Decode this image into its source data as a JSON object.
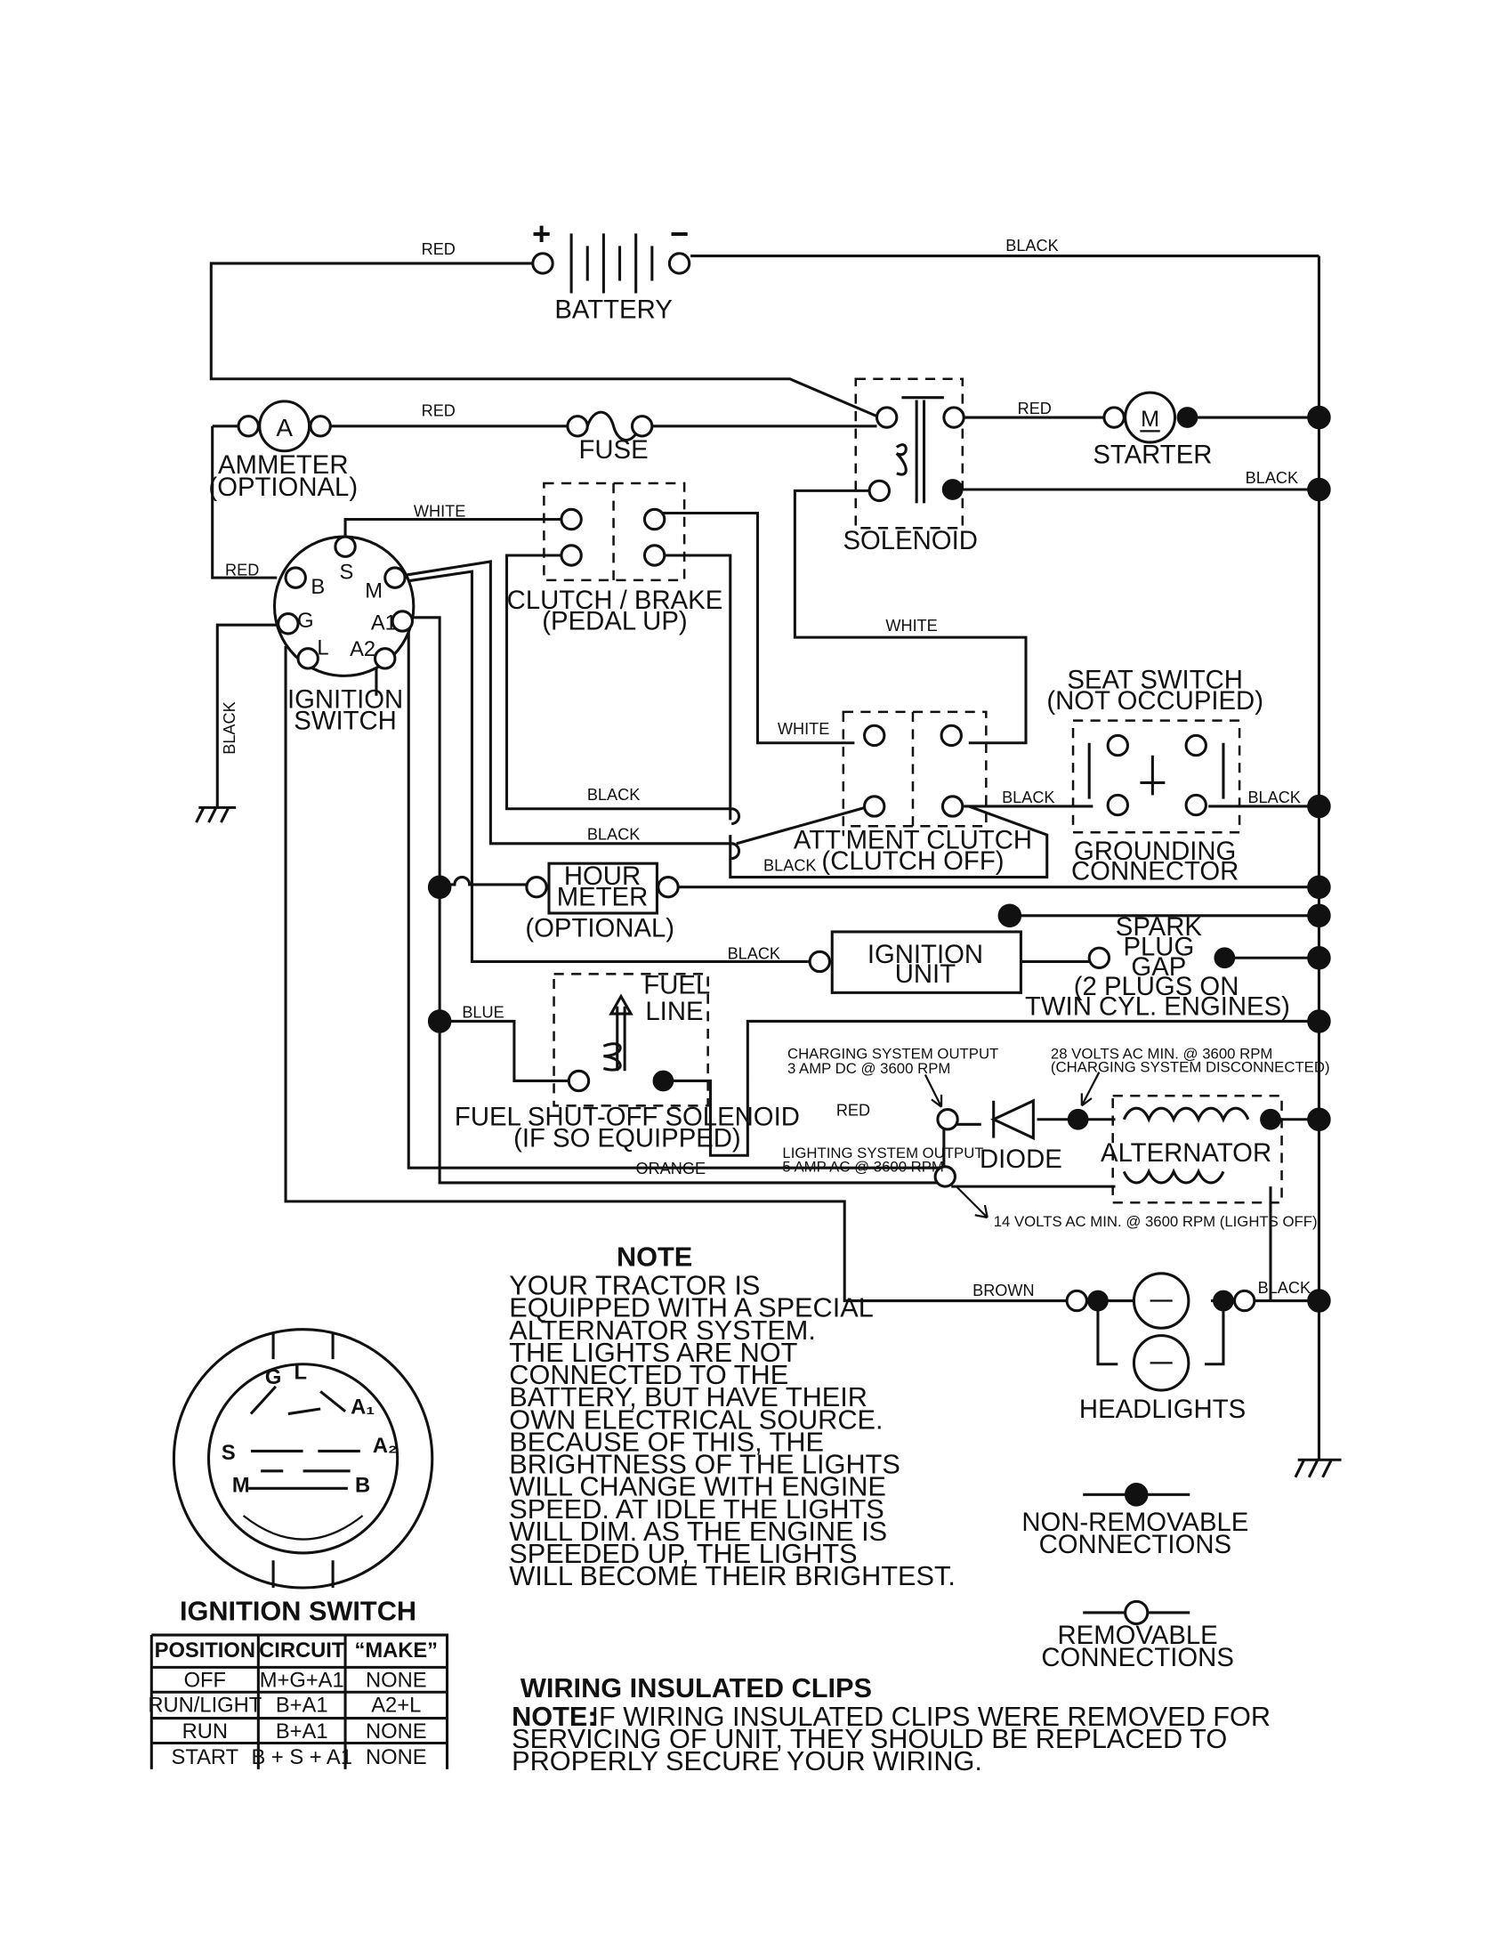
{
  "components": {
    "battery": "BATTERY",
    "ammeter": [
      "AMMETER",
      "(OPTIONAL)"
    ],
    "ammeter_letter": "A",
    "fuse": "FUSE",
    "solenoid": "SOLENOID",
    "starter": "STARTER",
    "starter_letter": "M",
    "ignition_switch": [
      "IGNITION",
      "SWITCH"
    ],
    "clutch_brake": [
      "CLUTCH / BRAKE",
      "(PEDAL UP)"
    ],
    "seat_switch": [
      "SEAT SWITCH",
      "(NOT OCCUPIED)"
    ],
    "attachment_clutch": [
      "ATT'MENT CLUTCH",
      "(CLUTCH OFF)"
    ],
    "grounding_connector": [
      "GROUNDING",
      "CONNECTOR"
    ],
    "hour_meter": [
      "HOUR",
      "METER"
    ],
    "hour_meter_optional": "(OPTIONAL)",
    "ignition_unit": [
      "IGNITION",
      "UNIT"
    ],
    "spark_plug": [
      "SPARK",
      "PLUG",
      "GAP",
      "(2 PLUGS ON",
      "TWIN CYL. ENGINES)"
    ],
    "fuel_line": [
      "FUEL",
      "LINE"
    ],
    "fuel_solenoid": [
      "FUEL SHUT-OFF SOLENOID",
      "(IF SO EQUIPPED)"
    ],
    "diode": "DIODE",
    "alternator": "ALTERNATOR",
    "headlights": "HEADLIGHTS"
  },
  "terminals": [
    "B",
    "S",
    "M",
    "G",
    "A1",
    "L",
    "A2"
  ],
  "polarity": {
    "plus": "+",
    "minus": "−"
  },
  "wires": {
    "red": "RED",
    "black": "BLACK",
    "white": "WHITE",
    "blue": "BLUE",
    "orange": "ORANGE",
    "brown": "BROWN"
  },
  "annotations": {
    "charging_output": [
      "CHARGING SYSTEM OUTPUT",
      "3 AMP DC @ 3600 RPM"
    ],
    "ac_28v": [
      "28 VOLTS AC MIN. @ 3600 RPM",
      "(CHARGING SYSTEM DISCONNECTED)"
    ],
    "lighting_output": [
      "LIGHTING SYSTEM OUTPUT",
      "5 AMP AC @ 3600 RPM"
    ],
    "ac_14v": "14 VOLTS AC MIN. @ 3600 RPM (LIGHTS OFF)"
  },
  "note": {
    "title": "NOTE",
    "lines": [
      "YOUR TRACTOR IS",
      "EQUIPPED WITH A SPECIAL",
      "ALTERNATOR SYSTEM.",
      "THE LIGHTS ARE NOT",
      "CONNECTED TO THE",
      "BATTERY, BUT HAVE THEIR",
      "OWN ELECTRICAL SOURCE.",
      "BECAUSE OF THIS, THE",
      "BRIGHTNESS OF THE LIGHTS",
      "WILL CHANGE WITH ENGINE",
      "SPEED.  AT IDLE THE LIGHTS",
      "WILL DIM.  AS THE ENGINE IS",
      "SPEEDED UP, THE LIGHTS",
      "WILL BECOME THEIR BRIGHTEST."
    ]
  },
  "legend": {
    "non_removable": [
      "NON-REMOVABLE",
      "CONNECTIONS"
    ],
    "removable": [
      "REMOVABLE",
      "CONNECTIONS"
    ]
  },
  "clips": {
    "title": "WIRING INSULATED CLIPS",
    "note_label": "NOTE:",
    "lines": [
      "IF WIRING INSULATED CLIPS WERE REMOVED FOR",
      "SERVICING OF UNIT, THEY SHOULD BE REPLACED TO",
      "PROPERLY SECURE YOUR WIRING."
    ]
  },
  "ignition_table": {
    "title": "IGNITION SWITCH",
    "headers": [
      "POSITION",
      "CIRCUIT",
      "“MAKE”"
    ],
    "rows": [
      [
        "OFF",
        "M+G+A1",
        "NONE"
      ],
      [
        "RUN/LIGHT",
        "B+A1",
        "A2+L"
      ],
      [
        "RUN",
        "B+A1",
        "NONE"
      ],
      [
        "START",
        "B + S + A1",
        "NONE"
      ]
    ]
  },
  "switch_face_labels": [
    "G",
    "L",
    "A₁",
    "S",
    "A₂",
    "M",
    "B"
  ]
}
